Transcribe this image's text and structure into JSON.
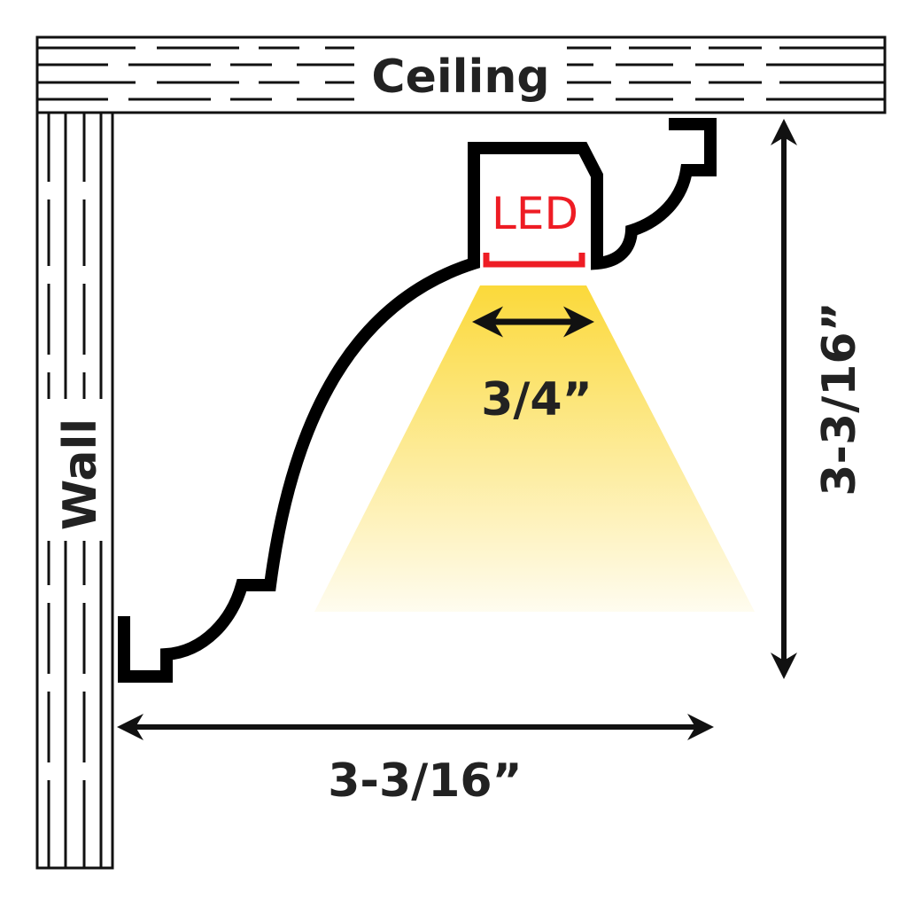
{
  "labels": {
    "ceiling": "Ceiling",
    "wall": "Wall",
    "led": "LED",
    "beam_width": "3/4”",
    "height": "3-3/16”",
    "depth": "3-3/16”"
  },
  "colors": {
    "outline": "#111111",
    "led": "#EE1C24",
    "light": "#FBD93A"
  }
}
